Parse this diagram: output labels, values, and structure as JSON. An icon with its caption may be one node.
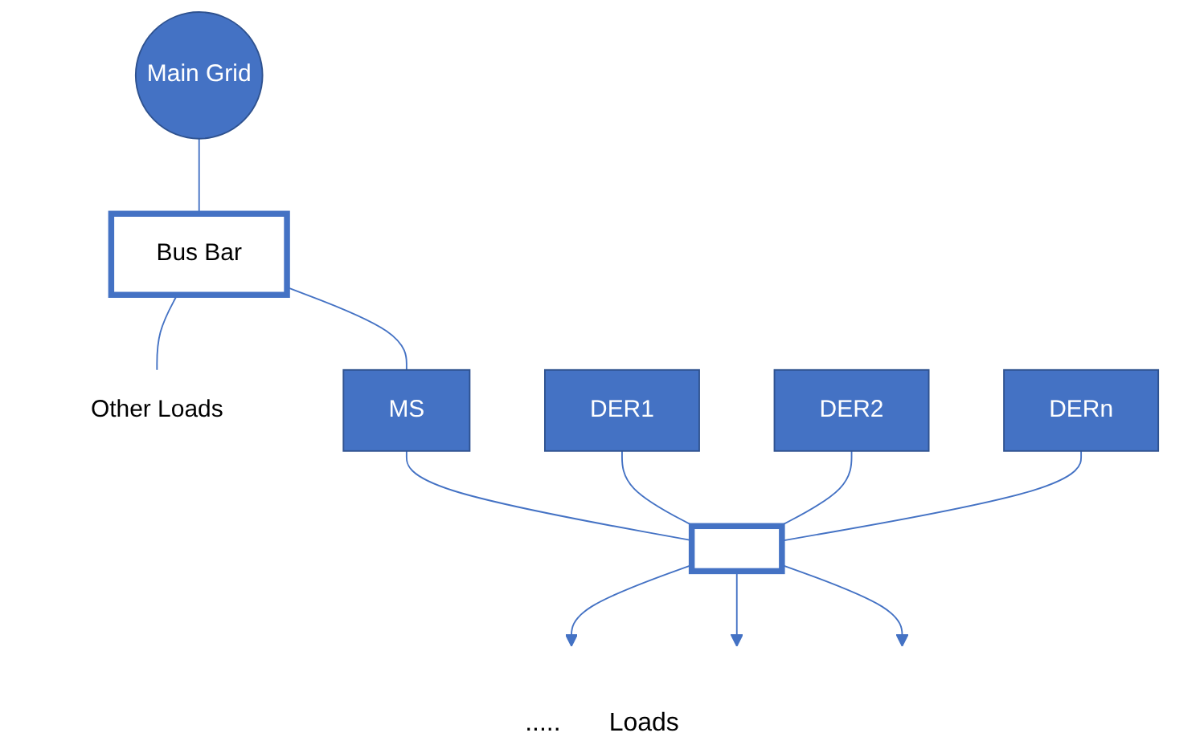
{
  "diagram": {
    "nodes": [
      {
        "text": [
          "Main Grid"
        ]
      },
      {
        "text": [
          "Bus Bar"
        ]
      },
      {
        "text": [
          "Other Loads"
        ]
      },
      {
        "text": [
          "MS"
        ]
      },
      {
        "text": [
          "DER1"
        ]
      },
      {
        "text": [
          "DER2"
        ]
      },
      {
        "text": [
          "DERn"
        ]
      },
      {
        "text": [],
        "shape": "bar"
      }
    ],
    "edges": [
      {
        "from": 0,
        "to": 1,
        "arrow": "none"
      },
      {
        "from": 1,
        "to": 2,
        "arrow": "none"
      },
      {
        "from": 1,
        "to": 3,
        "arrow": "none"
      },
      {
        "from": 3,
        "to": 7,
        "arrow": "none"
      },
      {
        "from": 4,
        "to": 7,
        "arrow": "none"
      },
      {
        "from": 5,
        "to": 7,
        "arrow": "none"
      },
      {
        "from": 6,
        "to": 7,
        "arrow": "none"
      },
      {
        "from": 7,
        "to": null,
        "arrow": "to"
      },
      {
        "from": 7,
        "to": null,
        "arrow": "to"
      },
      {
        "from": 7,
        "to": null,
        "arrow": "to"
      }
    ],
    "labels": [
      ".....",
      "Loads"
    ]
  }
}
